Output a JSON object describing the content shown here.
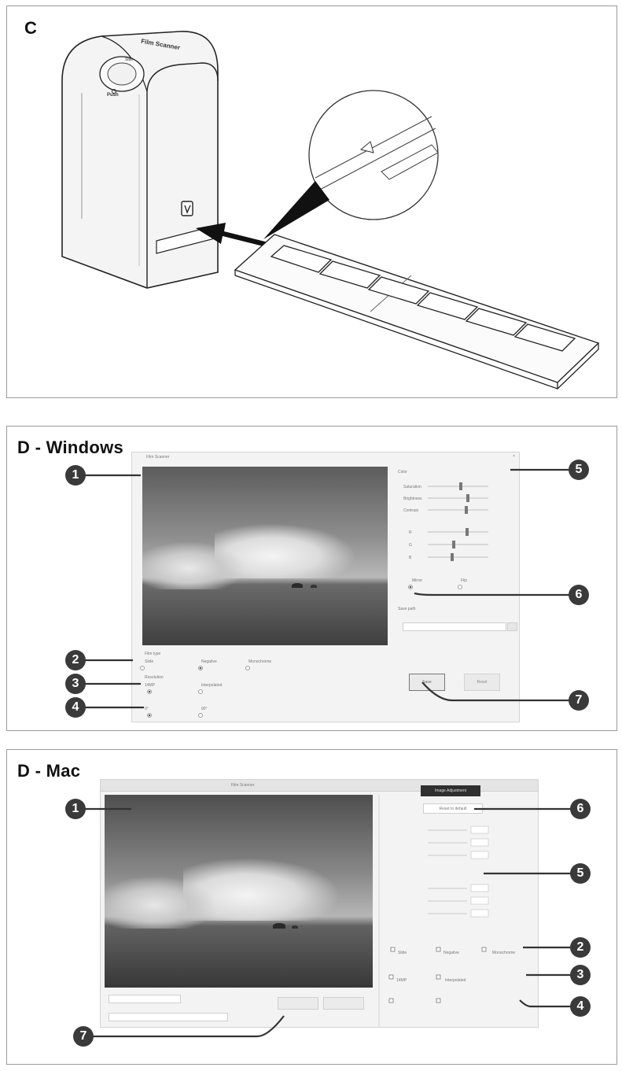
{
  "panel_c": {
    "label": "C",
    "device_title": "Film Scanner",
    "button_top": "Start",
    "button_bottom": "Push"
  },
  "panel_windows": {
    "label": "D - Windows",
    "window_title": "Film Scanner",
    "section_labels": {
      "color": "Color",
      "film_type": "Film type",
      "resolution": "Resolution",
      "save_path": "Save path"
    },
    "film_options": [
      "Slide",
      "Negative",
      "Monochrome"
    ],
    "resolution_options": [
      "14MP",
      "Interpolated"
    ],
    "rotate_options": [
      "0°",
      "90°"
    ],
    "slider_labels": [
      "Saturation",
      "Brightness",
      "Contrast",
      "R",
      "G",
      "B"
    ],
    "save_label": "Save",
    "reset_label": "Reset",
    "mirror_options": [
      "Mirror",
      "Flip"
    ],
    "callouts": [
      "1",
      "2",
      "3",
      "4",
      "5",
      "6",
      "7"
    ]
  },
  "panel_mac": {
    "label": "D - Mac",
    "window_title": "Film Scanner",
    "tab_label": "Image Adjustment",
    "reset_label": "Reset to default",
    "film_options": [
      "Slide",
      "Negative",
      "Monochrome"
    ],
    "resolution_options": [
      "14MP",
      "Interpolated"
    ],
    "callouts": [
      "1",
      "6",
      "5",
      "2",
      "3",
      "4",
      "7"
    ]
  }
}
